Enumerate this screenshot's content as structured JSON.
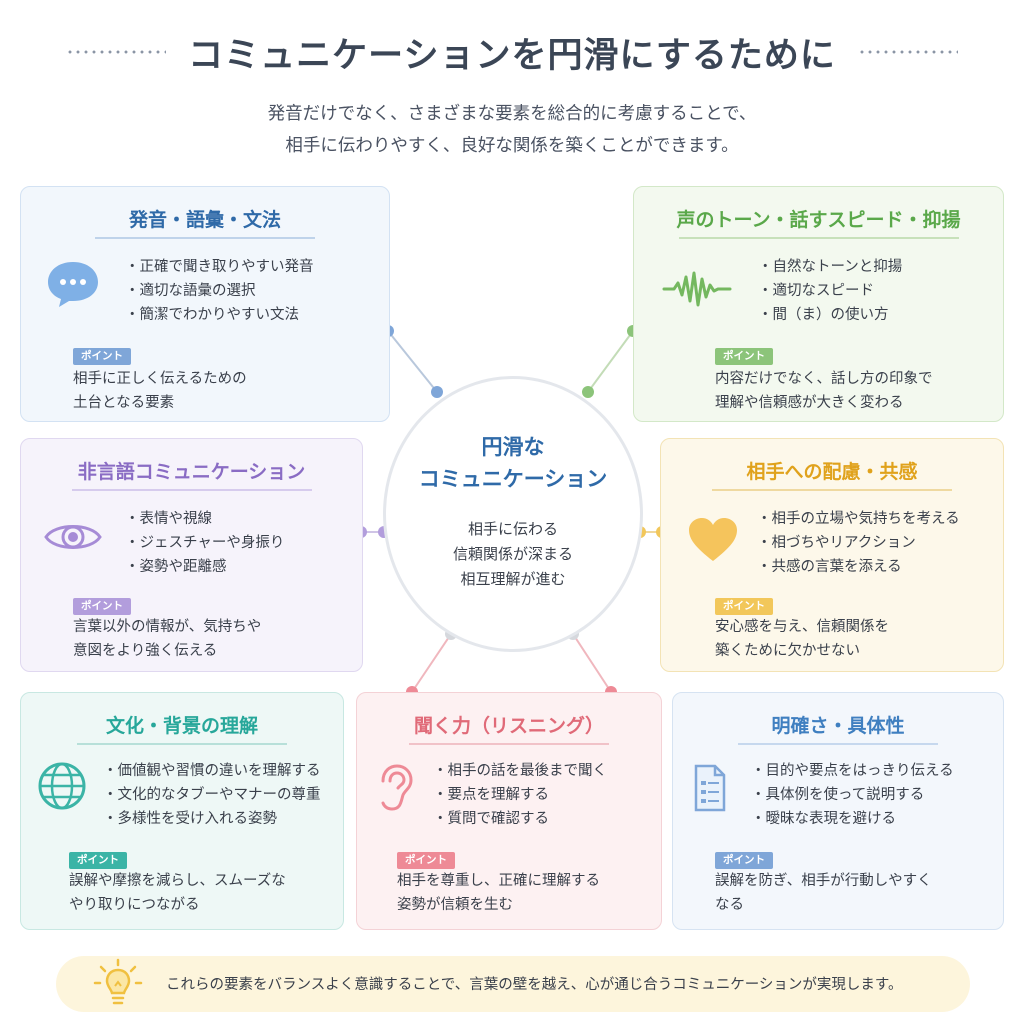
{
  "title": "コミュニケーションを円滑にするために",
  "subtitle": {
    "line1": "発音だけでなく、さまざまな要素を総合的に考慮することで、",
    "line2": "相手に伝わりやすく、良好な関係を築くことができます。"
  },
  "center": {
    "title_line1": "円滑な",
    "title_line2": "コミュニケーション",
    "line1": "相手に伝わる",
    "line2": "信頼関係が深まる",
    "line3": "相互理解が進む"
  },
  "cards": {
    "pronunciation": {
      "title": "発音・語彙・文法",
      "icon": "speech-bubble-icon",
      "color": "#2f6aa8",
      "items": [
        "正確で聞き取りやすい発音",
        "適切な語彙の選択",
        "簡潔でわかりやすい文法"
      ],
      "badge": "ポイント",
      "note_line1": "相手に正しく伝えるための",
      "note_line2": "土台となる要素"
    },
    "voice": {
      "title": "声のトーン・話すスピード・抑揚",
      "icon": "sound-wave-icon",
      "color": "#5aa84a",
      "items": [
        "自然なトーンと抑揚",
        "適切なスピード",
        "間（ま）の使い方"
      ],
      "badge": "ポイント",
      "note_line1": "内容だけでなく、話し方の印象で",
      "note_line2": "理解や信頼感が大きく変わる"
    },
    "nonverbal": {
      "title": "非言語コミュニケーション",
      "icon": "eye-icon",
      "color": "#8a6cc4",
      "items": [
        "表情や視線",
        "ジェスチャーや身振り",
        "姿勢や距離感"
      ],
      "badge": "ポイント",
      "note_line1": "言葉以外の情報が、気持ちや",
      "note_line2": "意図をより強く伝える"
    },
    "empathy": {
      "title": "相手への配慮・共感",
      "icon": "heart-icon",
      "color": "#e0a21c",
      "items": [
        "相手の立場や気持ちを考える",
        "相づちやリアクション",
        "共感の言葉を添える"
      ],
      "badge": "ポイント",
      "note_line1": "安心感を与え、信頼関係を",
      "note_line2": "築くために欠かせない"
    },
    "culture": {
      "title": "文化・背景の理解",
      "icon": "globe-icon",
      "color": "#27a79a",
      "items": [
        "価値観や習慣の違いを理解する",
        "文化的なタブーやマナーの尊重",
        "多様性を受け入れる姿勢"
      ],
      "badge": "ポイント",
      "note_line1": "誤解や摩擦を減らし、スムーズな",
      "note_line2": "やり取りにつながる"
    },
    "listening": {
      "title": "聞く力（リスニング）",
      "icon": "ear-icon",
      "color": "#e06a78",
      "items": [
        "相手の話を最後まで聞く",
        "要点を理解する",
        "質問で確認する"
      ],
      "badge": "ポイント",
      "note_line1": "相手を尊重し、正確に理解する",
      "note_line2": "姿勢が信頼を生む"
    },
    "clarity": {
      "title": "明確さ・具体性",
      "icon": "document-icon",
      "color": "#3f7fc0",
      "items": [
        "目的や要点をはっきり伝える",
        "具体例を使って説明する",
        "曖昧な表現を避ける"
      ],
      "badge": "ポイント",
      "note_line1": "誤解を防ぎ、相手が行動しやすく",
      "note_line2": "なる"
    }
  },
  "footer": {
    "icon": "lightbulb-icon",
    "text": "これらの要素をバランスよく意識することで、言葉の壁を越え、心が通じ合うコミュニケーションが実現します。"
  }
}
